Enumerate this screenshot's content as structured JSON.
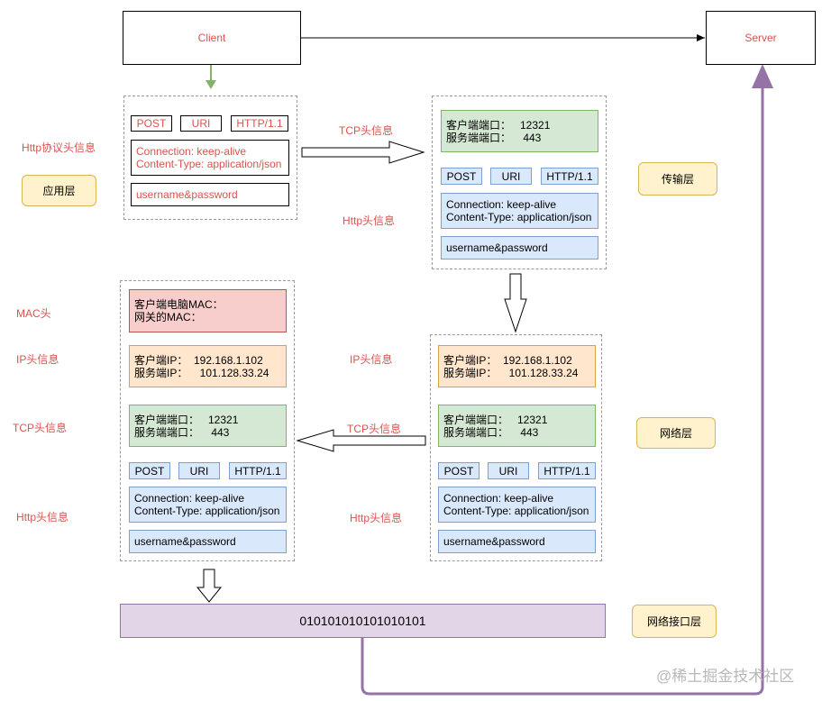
{
  "client": "Client",
  "server": "Server",
  "layers": {
    "application": "应用层",
    "transport": "传输层",
    "network": "网络层",
    "link": "网络接口层"
  },
  "labels": {
    "http_protocol_header": "Http协议头信息",
    "tcp_header": "TCP头信息",
    "http_header": "Http头信息",
    "mac_header": "MAC头",
    "ip_header": "IP头信息"
  },
  "http": {
    "method": "POST",
    "uri": "URI",
    "version": "HTTP/1.1",
    "header_line1": "Connection: keep-alive",
    "header_line2": "Content-Type: application/json",
    "body": "username&password"
  },
  "tcp": {
    "line1": "客户端端口：   12321",
    "line2": "服务端端口：    443"
  },
  "ip": {
    "line1": "客户端IP：  192.168.1.102",
    "line2": "服务端IP：    101.128.33.24"
  },
  "mac": {
    "line1": "客户端电脑MAC：",
    "line2": "网关的MAC："
  },
  "binary": "010101010101010101",
  "watermark": "@稀土掘金技术社区",
  "colors": {
    "red_text": "#d9534f",
    "blue_fill": "#dae8fc",
    "green_fill": "#d5e8d4",
    "orange_fill": "#ffe6cc",
    "pink_fill": "#f8cecc",
    "yellow_fill": "#fff2cc",
    "purple_fill": "#e1d5e7",
    "purple_line": "#9673a6",
    "green_arrow": "#82b366"
  }
}
